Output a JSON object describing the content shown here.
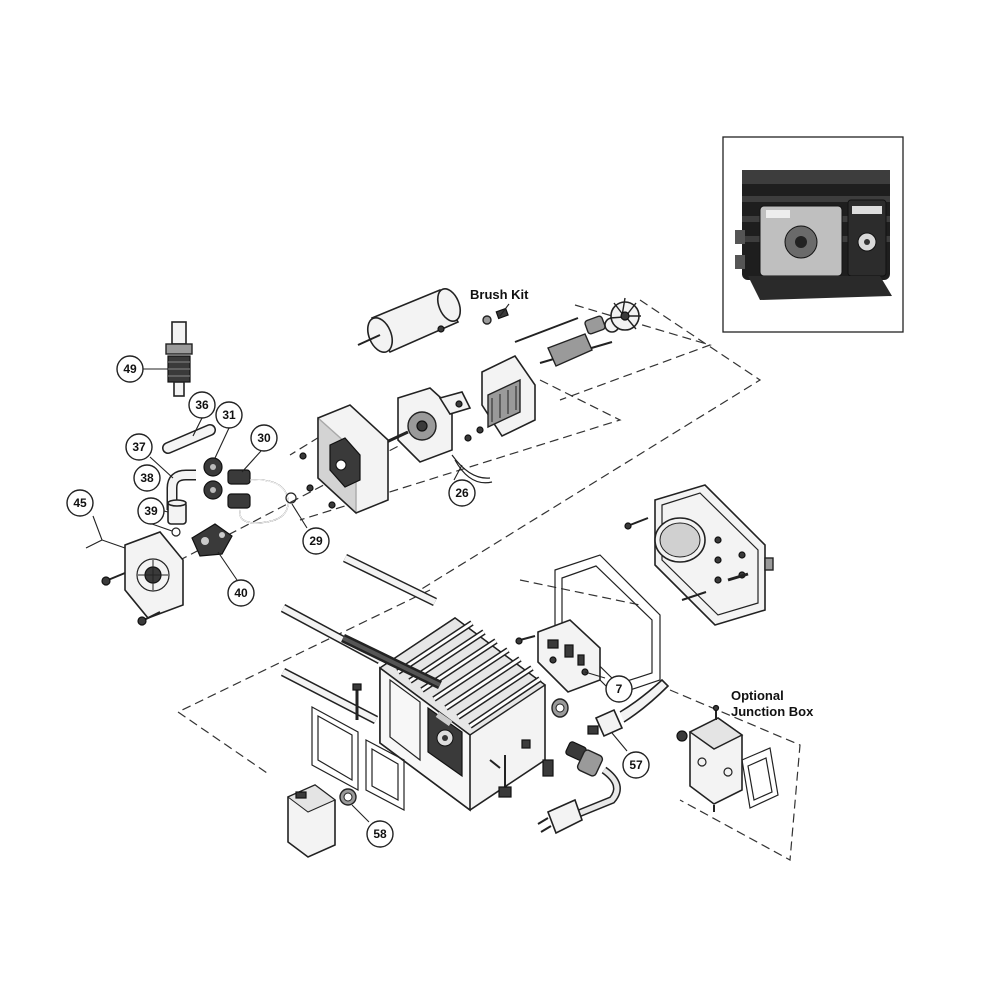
{
  "labels": {
    "brush_kit": "Brush Kit",
    "optional_junction_box_line1": "Optional",
    "optional_junction_box_line2": "Junction Box"
  },
  "callouts": {
    "c49": "49",
    "c36": "36",
    "c31": "31",
    "c30": "30",
    "c37": "37",
    "c38": "38",
    "c39": "39",
    "c45": "45",
    "c29": "29",
    "c40": "40",
    "c26": "26",
    "c7": "7",
    "c57": "57",
    "c58": "58"
  }
}
